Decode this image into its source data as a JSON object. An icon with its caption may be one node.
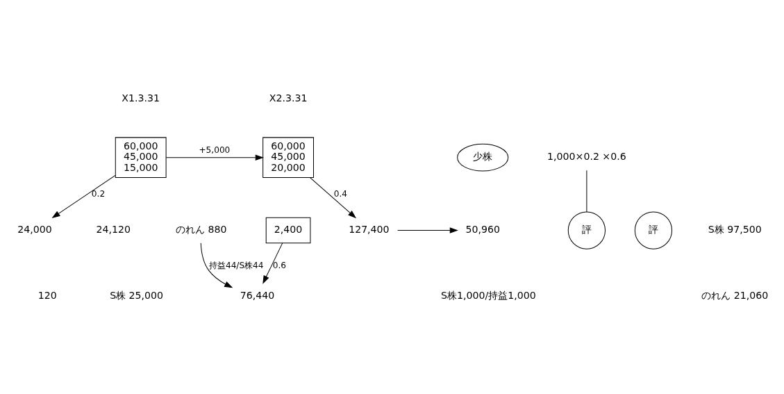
{
  "diagram": {
    "nodes": [
      {
        "text": [
          "60,000",
          "45,000",
          "15,000"
        ],
        "beside": [
          "X1.3.31"
        ]
      },
      {
        "text": [
          "24,000"
        ]
      },
      {
        "text": [
          "60,000",
          "45,000",
          "20,000"
        ],
        "beside": [
          "X2.3.31"
        ]
      },
      {
        "text": [
          "2,400"
        ]
      },
      {
        "text": [
          "127,400"
        ]
      },
      {
        "text": [
          "50,960"
        ]
      },
      {
        "text": [
          "少株"
        ]
      },
      {
        "text": [
          "1,000×0.2 ×0.6"
        ]
      },
      {
        "text": [
          "評"
        ]
      },
      {
        "text": [
          "評"
        ]
      },
      {
        "text": [
          "76,440"
        ]
      },
      {
        "text": [
          "のれん 880"
        ]
      }
    ],
    "edges": [
      {
        "from": 0,
        "to": 2,
        "arrow": "to",
        "label": "+5,000"
      },
      {
        "from": 0,
        "to": 1,
        "arrow": "to",
        "label": "0.2"
      },
      {
        "from": 2,
        "to": 4,
        "arrow": "to",
        "label": "0.4"
      },
      {
        "from": 4,
        "to": 5,
        "arrow": "to"
      },
      {
        "from": 7,
        "to": 8,
        "arrow": "none"
      },
      {
        "from": 3,
        "to": 10,
        "arrow": "to",
        "label": "0.6"
      },
      {
        "from": 11,
        "to": 10,
        "arrow": "to",
        "label": "持益44/S株44"
      }
    ],
    "labels": [
      "120",
      "24,120",
      "S株 25,000",
      "S株1,000/持益1,000",
      "S株 97,500",
      "のれん 21,060"
    ]
  }
}
